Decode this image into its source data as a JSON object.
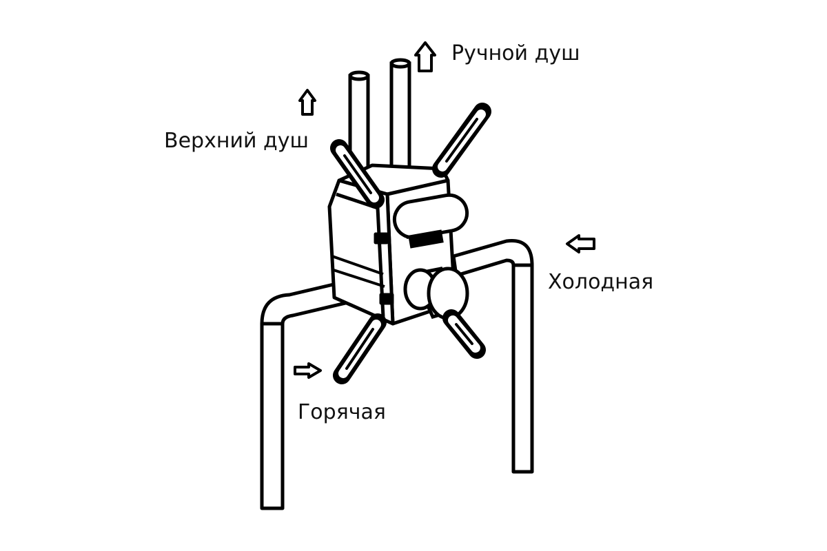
{
  "labels": {
    "hand_shower": "Ручной душ",
    "overhead_shower": "Верхний душ",
    "cold": "Холодная",
    "hot": "Горячая"
  },
  "colors": {
    "line": "#000000",
    "background": "#ffffff",
    "text": "#111111"
  }
}
